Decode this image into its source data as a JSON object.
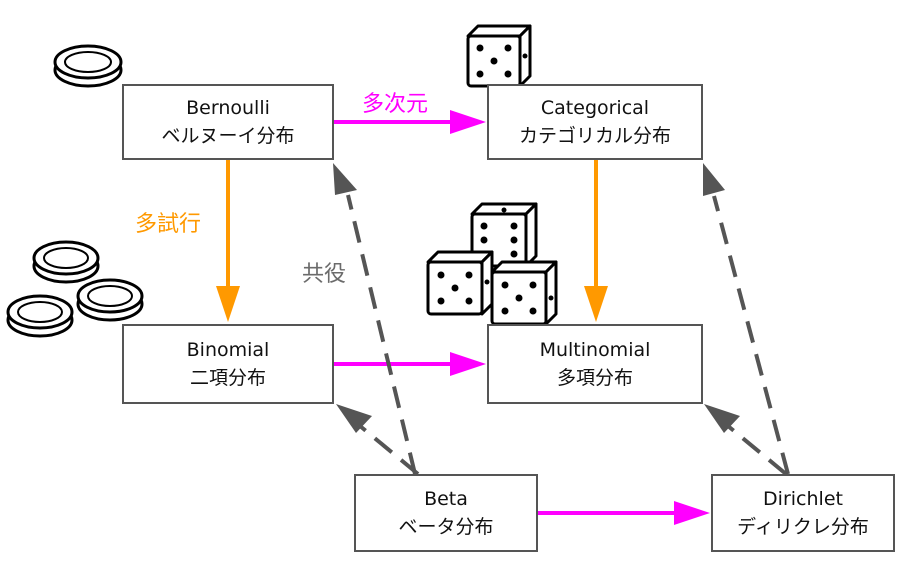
{
  "nodes": {
    "bernoulli": {
      "line1": "Bernoulli",
      "line2": "ベルヌーイ分布"
    },
    "categorical": {
      "line1": "Categorical",
      "line2": "カテゴリカル分布"
    },
    "binomial": {
      "line1": "Binomial",
      "line2": "二項分布"
    },
    "multinomial": {
      "line1": "Multinomial",
      "line2": "多項分布"
    },
    "beta": {
      "line1": "Beta",
      "line2": "ベータ分布"
    },
    "dirichlet": {
      "line1": "Dirichlet",
      "line2": "ディリクレ分布"
    }
  },
  "labels": {
    "multidim": "多次元",
    "multitrial": "多試行",
    "conjugate": "共役"
  },
  "colors": {
    "multidim_arrow": "#ff00ff",
    "multitrial_arrow": "#ff9900",
    "conjugate_arrow": "#555555",
    "box_border": "#555555"
  },
  "icons": [
    "coin-icon",
    "die-icon"
  ]
}
